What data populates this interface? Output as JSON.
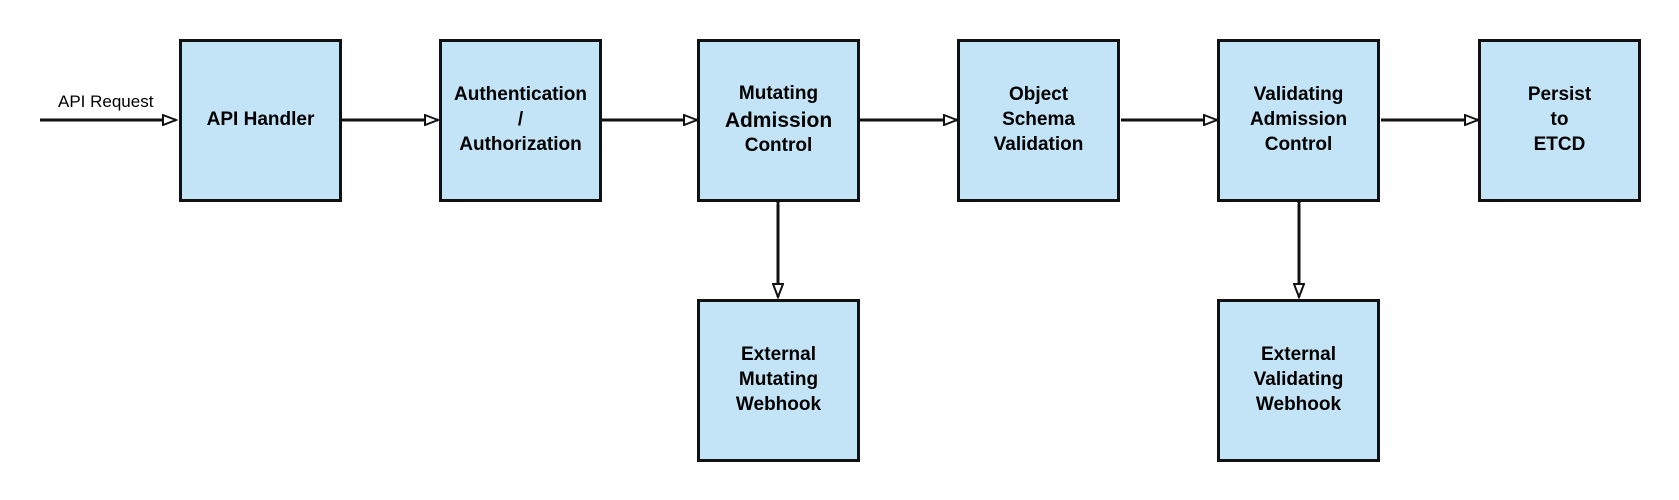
{
  "colors": {
    "box_fill": "#c2e4f6",
    "box_border": "#111111",
    "arrow": "#111111"
  },
  "input_label": "API Request",
  "pipeline": [
    {
      "id": "api-handler",
      "lines": [
        "API Handler"
      ]
    },
    {
      "id": "auth",
      "lines": [
        "Authentication",
        "/",
        "Authorization"
      ]
    },
    {
      "id": "mutating-admission",
      "lines": [
        "Mutating",
        "Admission",
        "Control"
      ]
    },
    {
      "id": "object-schema",
      "lines": [
        "Object",
        "Schema",
        "Validation"
      ]
    },
    {
      "id": "validating-admission",
      "lines": [
        "Validating",
        "Admission",
        "Control"
      ]
    },
    {
      "id": "persist",
      "lines": [
        "Persist",
        "to",
        "ETCD"
      ]
    }
  ],
  "webhooks": [
    {
      "id": "external-mutating-webhook",
      "lines": [
        "External",
        "Mutating",
        "Webhook"
      ],
      "connects_to": "mutating-admission"
    },
    {
      "id": "external-validating-webhook",
      "lines": [
        "External",
        "Validating",
        "Webhook"
      ],
      "connects_to": "validating-admission"
    }
  ]
}
